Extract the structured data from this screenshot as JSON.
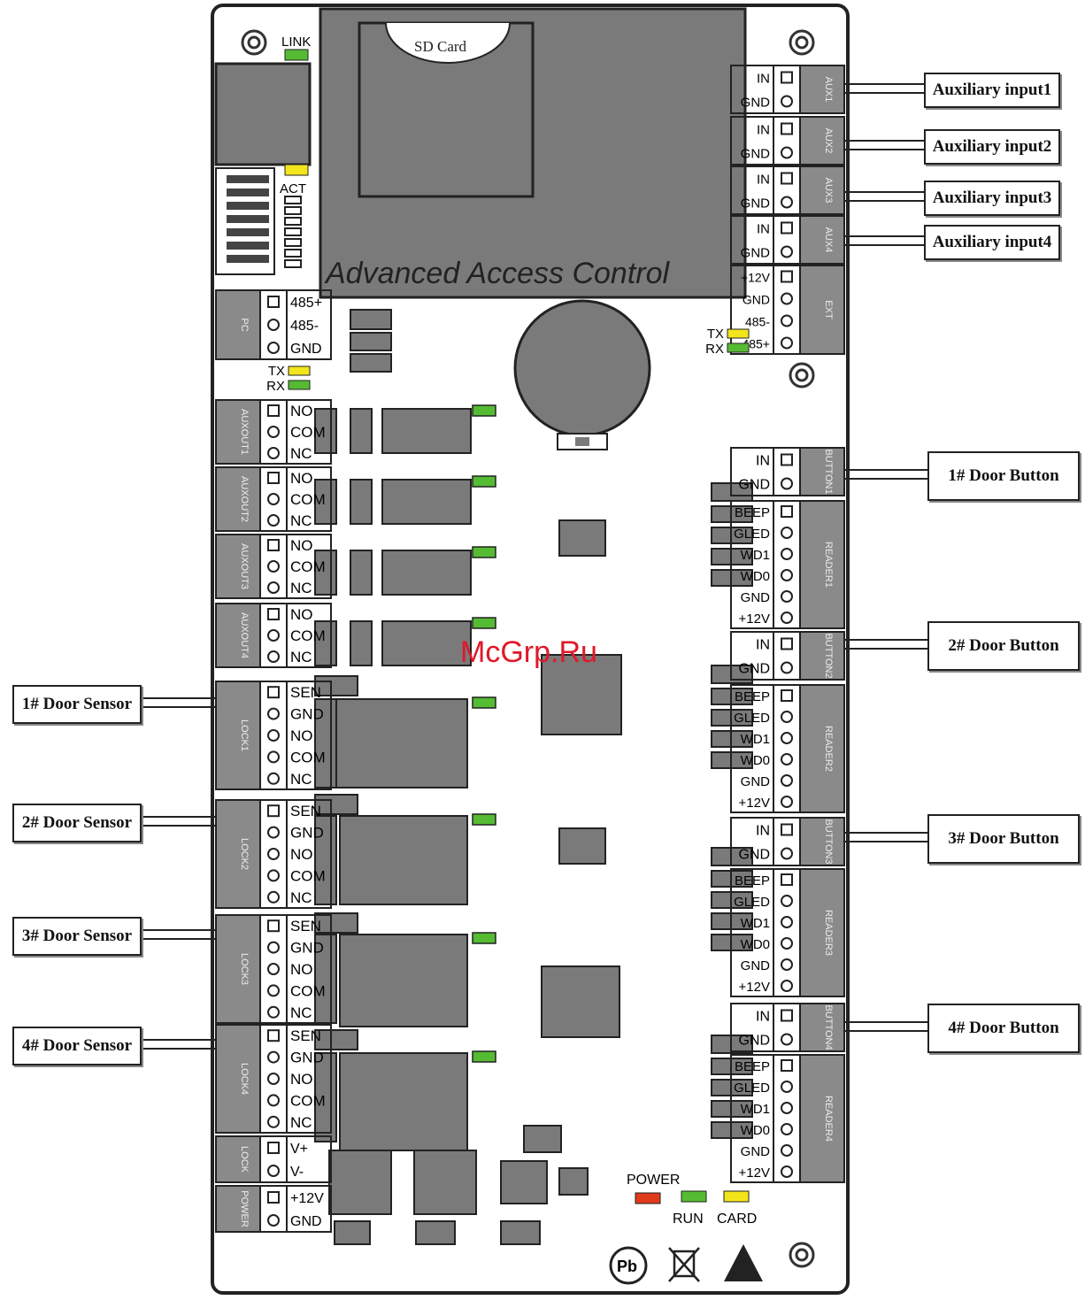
{
  "board": {
    "title": "Advanced Access Control",
    "sd_card_label": "SD Card",
    "watermark": "McGrp.Ru"
  },
  "ethernet": {
    "link_label": "LINK",
    "act_label": "ACT"
  },
  "pc_port": {
    "side_label": "PC",
    "pins": [
      "485+",
      "485-",
      "GND"
    ],
    "tx_label": "TX",
    "rx_label": "RX"
  },
  "ext_port": {
    "side_label": "EXT",
    "pins": [
      "+12V",
      "GND",
      "485-",
      "485+"
    ],
    "tx_label": "TX",
    "rx_label": "RX"
  },
  "aux_inputs": [
    {
      "side_label": "AUX1",
      "pins": [
        "IN",
        "GND"
      ]
    },
    {
      "side_label": "AUX2",
      "pins": [
        "IN",
        "GND"
      ]
    },
    {
      "side_label": "AUX3",
      "pins": [
        "IN",
        "GND"
      ]
    },
    {
      "side_label": "AUX4",
      "pins": [
        "IN",
        "GND"
      ]
    }
  ],
  "aux_outputs": [
    {
      "side_label": "AUXOUT1",
      "pins": [
        "NO",
        "COM",
        "NC"
      ]
    },
    {
      "side_label": "AUXOUT2",
      "pins": [
        "NO",
        "COM",
        "NC"
      ]
    },
    {
      "side_label": "AUXOUT3",
      "pins": [
        "NO",
        "COM",
        "NC"
      ]
    },
    {
      "side_label": "AUXOUT4",
      "pins": [
        "NO",
        "COM",
        "NC"
      ]
    }
  ],
  "locks": [
    {
      "side_label": "LOCK1",
      "pins": [
        "SEN",
        "GND",
        "NO",
        "COM",
        "NC"
      ]
    },
    {
      "side_label": "LOCK2",
      "pins": [
        "SEN",
        "GND",
        "NO",
        "COM",
        "NC"
      ]
    },
    {
      "side_label": "LOCK3",
      "pins": [
        "SEN",
        "GND",
        "NO",
        "COM",
        "NC"
      ]
    },
    {
      "side_label": "LOCK4",
      "pins": [
        "SEN",
        "GND",
        "NO",
        "COM",
        "NC"
      ]
    }
  ],
  "lock_power": {
    "side_label": "LOCK",
    "pins": [
      "V+",
      "V-"
    ]
  },
  "power_in": {
    "side_label": "POWER",
    "pins": [
      "+12V",
      "GND"
    ]
  },
  "buttons": [
    {
      "side_label": "BUTTON1",
      "pins": [
        "IN",
        "GND"
      ]
    },
    {
      "side_label": "BUTTON2",
      "pins": [
        "IN",
        "GND"
      ]
    },
    {
      "side_label": "BUTTON3",
      "pins": [
        "IN",
        "GND"
      ]
    },
    {
      "side_label": "BUTTON4",
      "pins": [
        "IN",
        "GND"
      ]
    }
  ],
  "readers": [
    {
      "side_label": "READER1",
      "pins": [
        "BEEP",
        "GLED",
        "WD1",
        "WD0",
        "GND",
        "+12V"
      ]
    },
    {
      "side_label": "READER2",
      "pins": [
        "BEEP",
        "GLED",
        "WD1",
        "WD0",
        "GND",
        "+12V"
      ]
    },
    {
      "side_label": "READER3",
      "pins": [
        "BEEP",
        "GLED",
        "WD1",
        "WD0",
        "GND",
        "+12V"
      ]
    },
    {
      "side_label": "READER4",
      "pins": [
        "BEEP",
        "GLED",
        "WD1",
        "WD0",
        "GND",
        "+12V"
      ]
    }
  ],
  "status_leds": {
    "power": "POWER",
    "run": "RUN",
    "card": "CARD"
  },
  "callouts": {
    "aux_inputs": [
      "Auxiliary input1",
      "Auxiliary input2",
      "Auxiliary input3",
      "Auxiliary input4"
    ],
    "door_buttons": [
      "1# Door Button",
      "2# Door Button",
      "3# Door Button",
      "4# Door Button"
    ],
    "door_sensors": [
      "1# Door Sensor",
      "2# Door Sensor",
      "3# Door Sensor",
      "4# Door Sensor"
    ]
  },
  "colors": {
    "board_outline": "#222222",
    "component": "#7a7a7a",
    "terminal_block": "#8a8a8a",
    "led_green": "#55bb33",
    "led_yellow": "#f2e51c",
    "led_red": "#e03a1a",
    "watermark": "#e0182a"
  }
}
